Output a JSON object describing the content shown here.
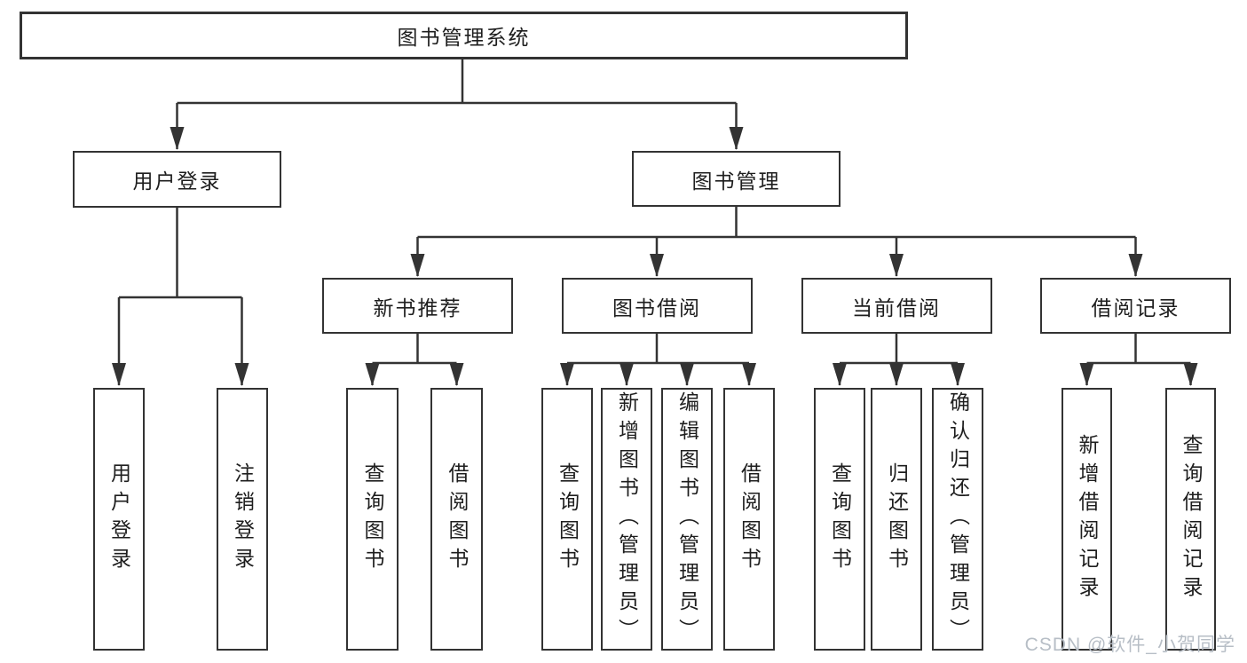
{
  "diagram": {
    "root": {
      "label": "图书管理系统"
    },
    "level2": [
      {
        "label": "用户登录"
      },
      {
        "label": "图书管理"
      }
    ],
    "level3": [
      {
        "label": "新书推荐"
      },
      {
        "label": "图书借阅"
      },
      {
        "label": "当前借阅"
      },
      {
        "label": "借阅记录"
      }
    ],
    "leaves": {
      "user_login": [
        {
          "label": "用户登录"
        },
        {
          "label": "注销登录"
        }
      ],
      "new_book": [
        {
          "label": "查询图书"
        },
        {
          "label": "借阅图书"
        }
      ],
      "book_borrow": [
        {
          "label": "查询图书"
        },
        {
          "label": "新增图书（管理员）"
        },
        {
          "label": "编辑图书（管理员）"
        },
        {
          "label": "借阅图书"
        }
      ],
      "current_borrow": [
        {
          "label": "查询图书"
        },
        {
          "label": "归还图书"
        },
        {
          "label": "确认归还（管理员）"
        }
      ],
      "borrow_record": [
        {
          "label": "新增借阅记录"
        },
        {
          "label": "查询借阅记录"
        }
      ]
    },
    "watermark": "CSDN @软件_小贺同学",
    "colors": {
      "line": "#333333",
      "text": "#1e1e1e",
      "watermark": "#b7bec6",
      "background": "#ffffff"
    }
  }
}
